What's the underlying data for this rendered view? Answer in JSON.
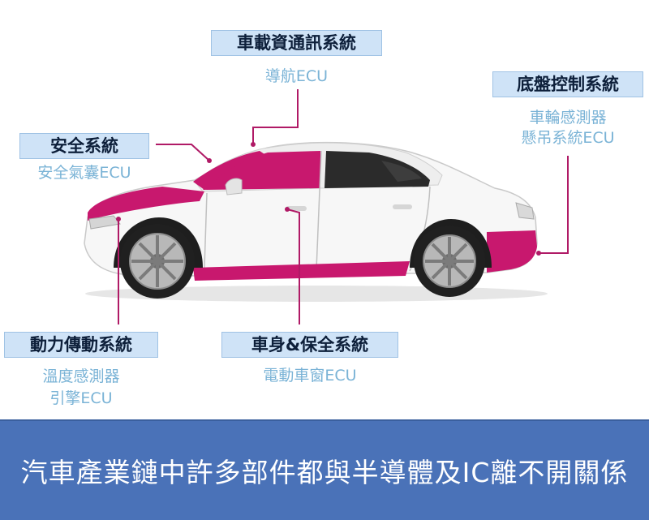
{
  "systems": {
    "telematics": {
      "title": "車載資通訊系統",
      "items": [
        "導航ECU"
      ]
    },
    "chassis": {
      "title": "底盤控制系統",
      "items": [
        "車輪感測器",
        "懸吊系統ECU"
      ]
    },
    "safety": {
      "title": "安全系統",
      "items": [
        "安全氣囊ECU"
      ]
    },
    "powertrain": {
      "title": "動力傳動系統",
      "items": [
        "溫度感測器",
        "引擎ECU"
      ]
    },
    "body": {
      "title": "車身&保全系統",
      "items": [
        "電動車窗ECU"
      ]
    }
  },
  "footer": {
    "text": "汽車產業鏈中許多部件都與半導體及IC離不開關係"
  },
  "colors": {
    "highlight": "#c8186e",
    "label_bg": "#cfe3f7",
    "label_text": "#0d1f3a",
    "sub_text": "#7ab3d6",
    "footer_bg": "#4a72b8",
    "connector": "#b01a66"
  }
}
